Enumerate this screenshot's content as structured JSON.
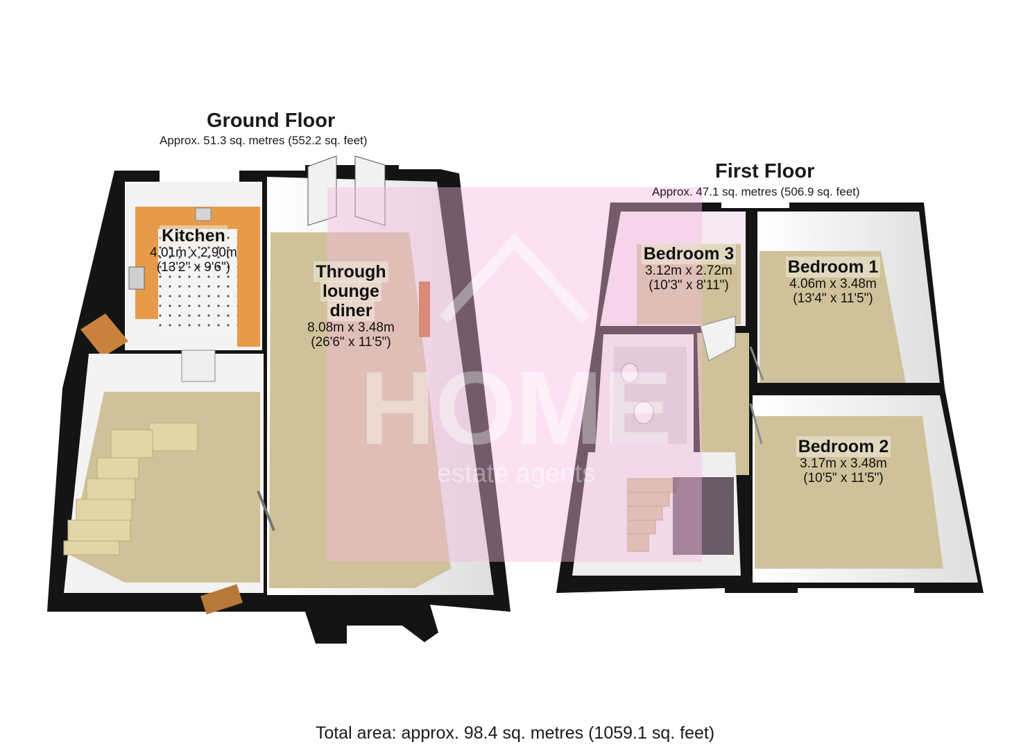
{
  "floors": [
    {
      "title": "Ground Floor",
      "area": "Approx. 51.3 sq. metres (552.2 sq. feet)",
      "rooms": [
        {
          "name": "Kitchen",
          "metric": "4.01m x 2.90m",
          "imperial": "(13'2\" x 9'6\")"
        },
        {
          "name_lines": [
            "Through",
            "lounge",
            "diner"
          ],
          "metric": "8.08m x 3.48m",
          "imperial": "(26'6\" x 11'5\")"
        }
      ]
    },
    {
      "title": "First Floor",
      "area": "Approx. 47.1 sq. metres (506.9 sq. feet)",
      "rooms": [
        {
          "name": "Bedroom 3",
          "metric": "3.12m x 2.72m",
          "imperial": "(10'3\" x 8'11\")"
        },
        {
          "name": "Bedroom 1",
          "metric": "4.06m x 3.48m",
          "imperial": "(13'4\" x 11'5\")"
        },
        {
          "name": "Bedroom 2",
          "metric": "3.17m x 3.48m",
          "imperial": "(10'5\" x 11'5\")"
        }
      ]
    }
  ],
  "watermark": {
    "brand": "HOME",
    "tagline": "estate agents"
  },
  "total_area": "Total area: approx. 98.4 sq. metres (1059.1 sq. feet)",
  "colors": {
    "wall": "#111111",
    "floor_carpet": "#cfc29a",
    "kitchen_worktop": "#e79a4a",
    "watermark_pink": "#f5b8e0"
  }
}
